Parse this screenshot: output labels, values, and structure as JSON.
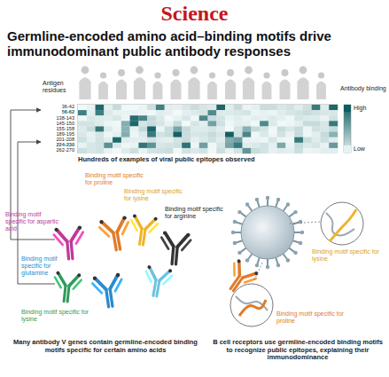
{
  "diagram": {
    "title": "Germline-encoded amino acid–binding motifs drive immunodominant public antibody responses",
    "labels": [
      "Science",
      "Antigen residues",
      "36-42",
      "56-62",
      "138-143",
      "145-150",
      "155-158",
      "189-195",
      "201-208",
      "224-230",
      "262-270",
      "Antibody binding",
      "Hundreds of examples of viral public epitopes observed",
      "Binding motif specific for proline",
      "Binding motif specific for lysine",
      "Binding motif specific for arginine",
      "Binding motif specific for aspartic acid",
      "Binding motif specific for glutamine",
      "Binding motif specific for lysine",
      "Many antibody V genes contain germline-encoded binding motifs specific for certain amino acids",
      "Binding motif specific for lysine",
      "Binding motif specific for proline",
      "B cell receptors use germline-encoded binding motifs to recognize public epitopes, explaining their immunodominance"
    ],
    "legend": [
      {
        "text": "High",
        "color": "#0d5c60"
      },
      {
        "text": "Low",
        "color": "#e6f3f3"
      }
    ]
  }
}
